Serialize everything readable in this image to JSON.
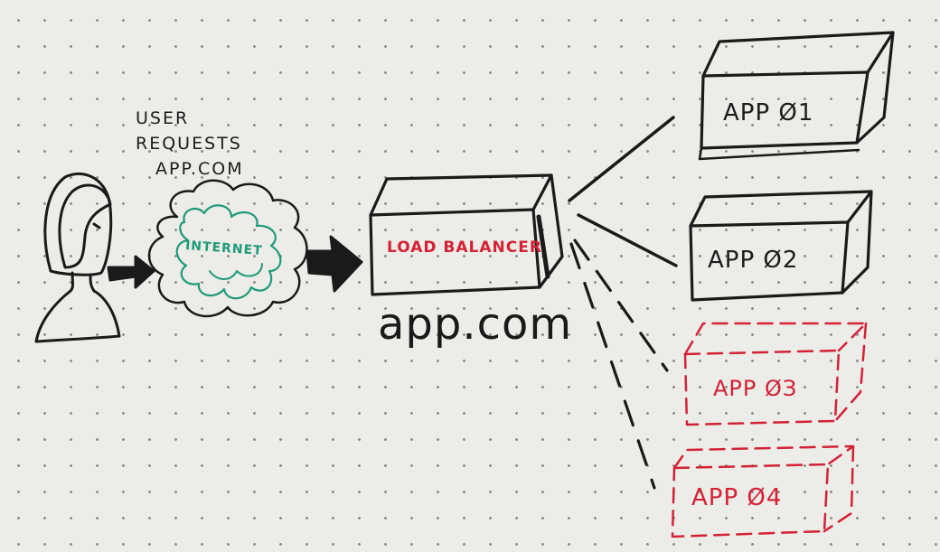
{
  "user_note": [
    "USER",
    "REQUESTS",
    "APP.COM"
  ],
  "cloud_label": "INTERNET",
  "load_balancer_label": "LOAD BALANCER",
  "domain_label": "app.com",
  "servers": [
    {
      "label": "APP Ø1",
      "state": "active"
    },
    {
      "label": "APP Ø2",
      "state": "active"
    },
    {
      "label": "APP ØЗ",
      "state": "scaled"
    },
    {
      "label": "APP Ø4",
      "state": "scaled"
    }
  ],
  "colors": {
    "ink": "#1a1a1a",
    "cloud_ink": "#1f9a77",
    "highlight": "#d42235",
    "paper": "#ecece9"
  }
}
